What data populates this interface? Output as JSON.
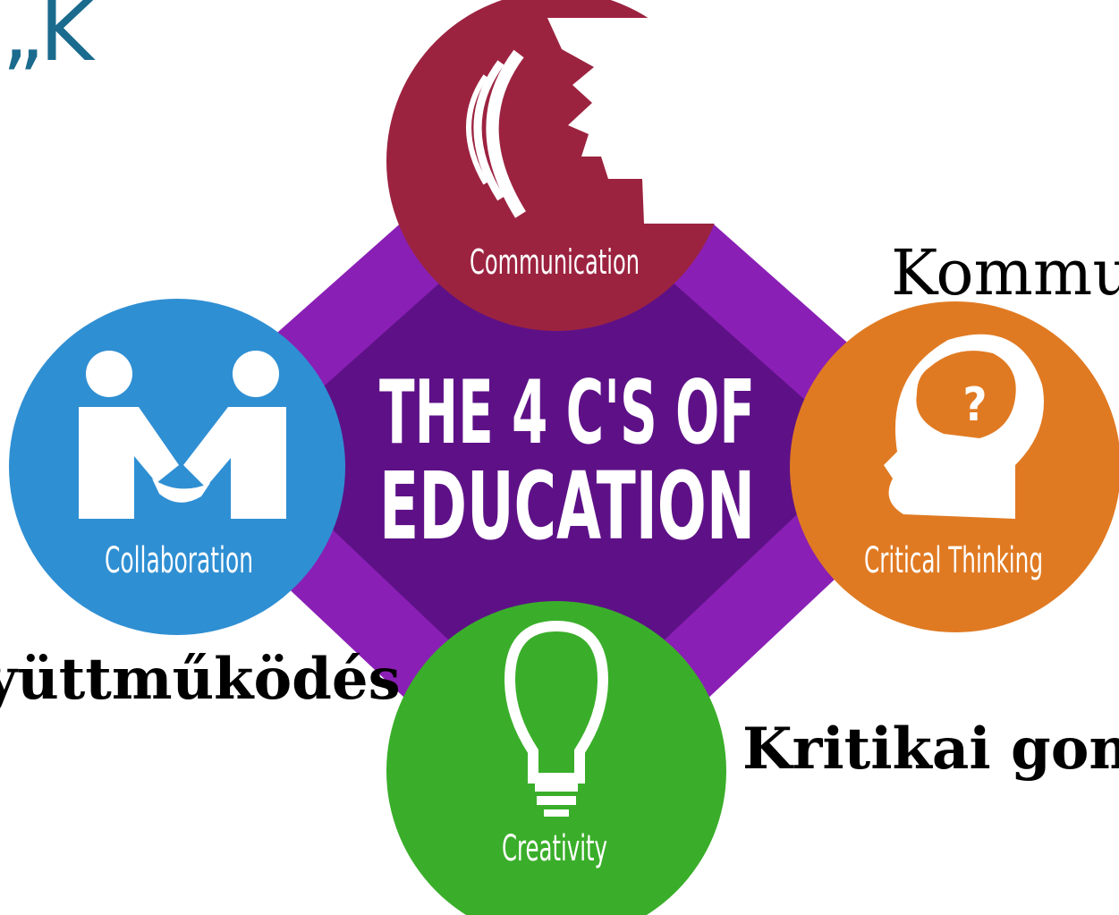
{
  "header": {
    "quote_fragment": "„K"
  },
  "diagram": {
    "title_line1": "THE 4 C'S OF",
    "title_line2": "EDUCATION",
    "circles": {
      "communication": "Communication",
      "collaboration": "Collaboration",
      "critical_thinking": "Critical Thinking",
      "creativity": "Creativity"
    }
  },
  "overlays": {
    "kommunikacio": "Kommun",
    "egyuttmukodes": "yüttműködés",
    "kritikai": "Kritikai gond"
  },
  "colors": {
    "diamond_outer": "#8a1fb5",
    "diamond_inner": "#5e1187",
    "communication": "#9c2340",
    "collaboration": "#2f8fd3",
    "critical_thinking": "#e07a22",
    "creativity": "#3aae2a",
    "quote": "#1a6b8e"
  }
}
